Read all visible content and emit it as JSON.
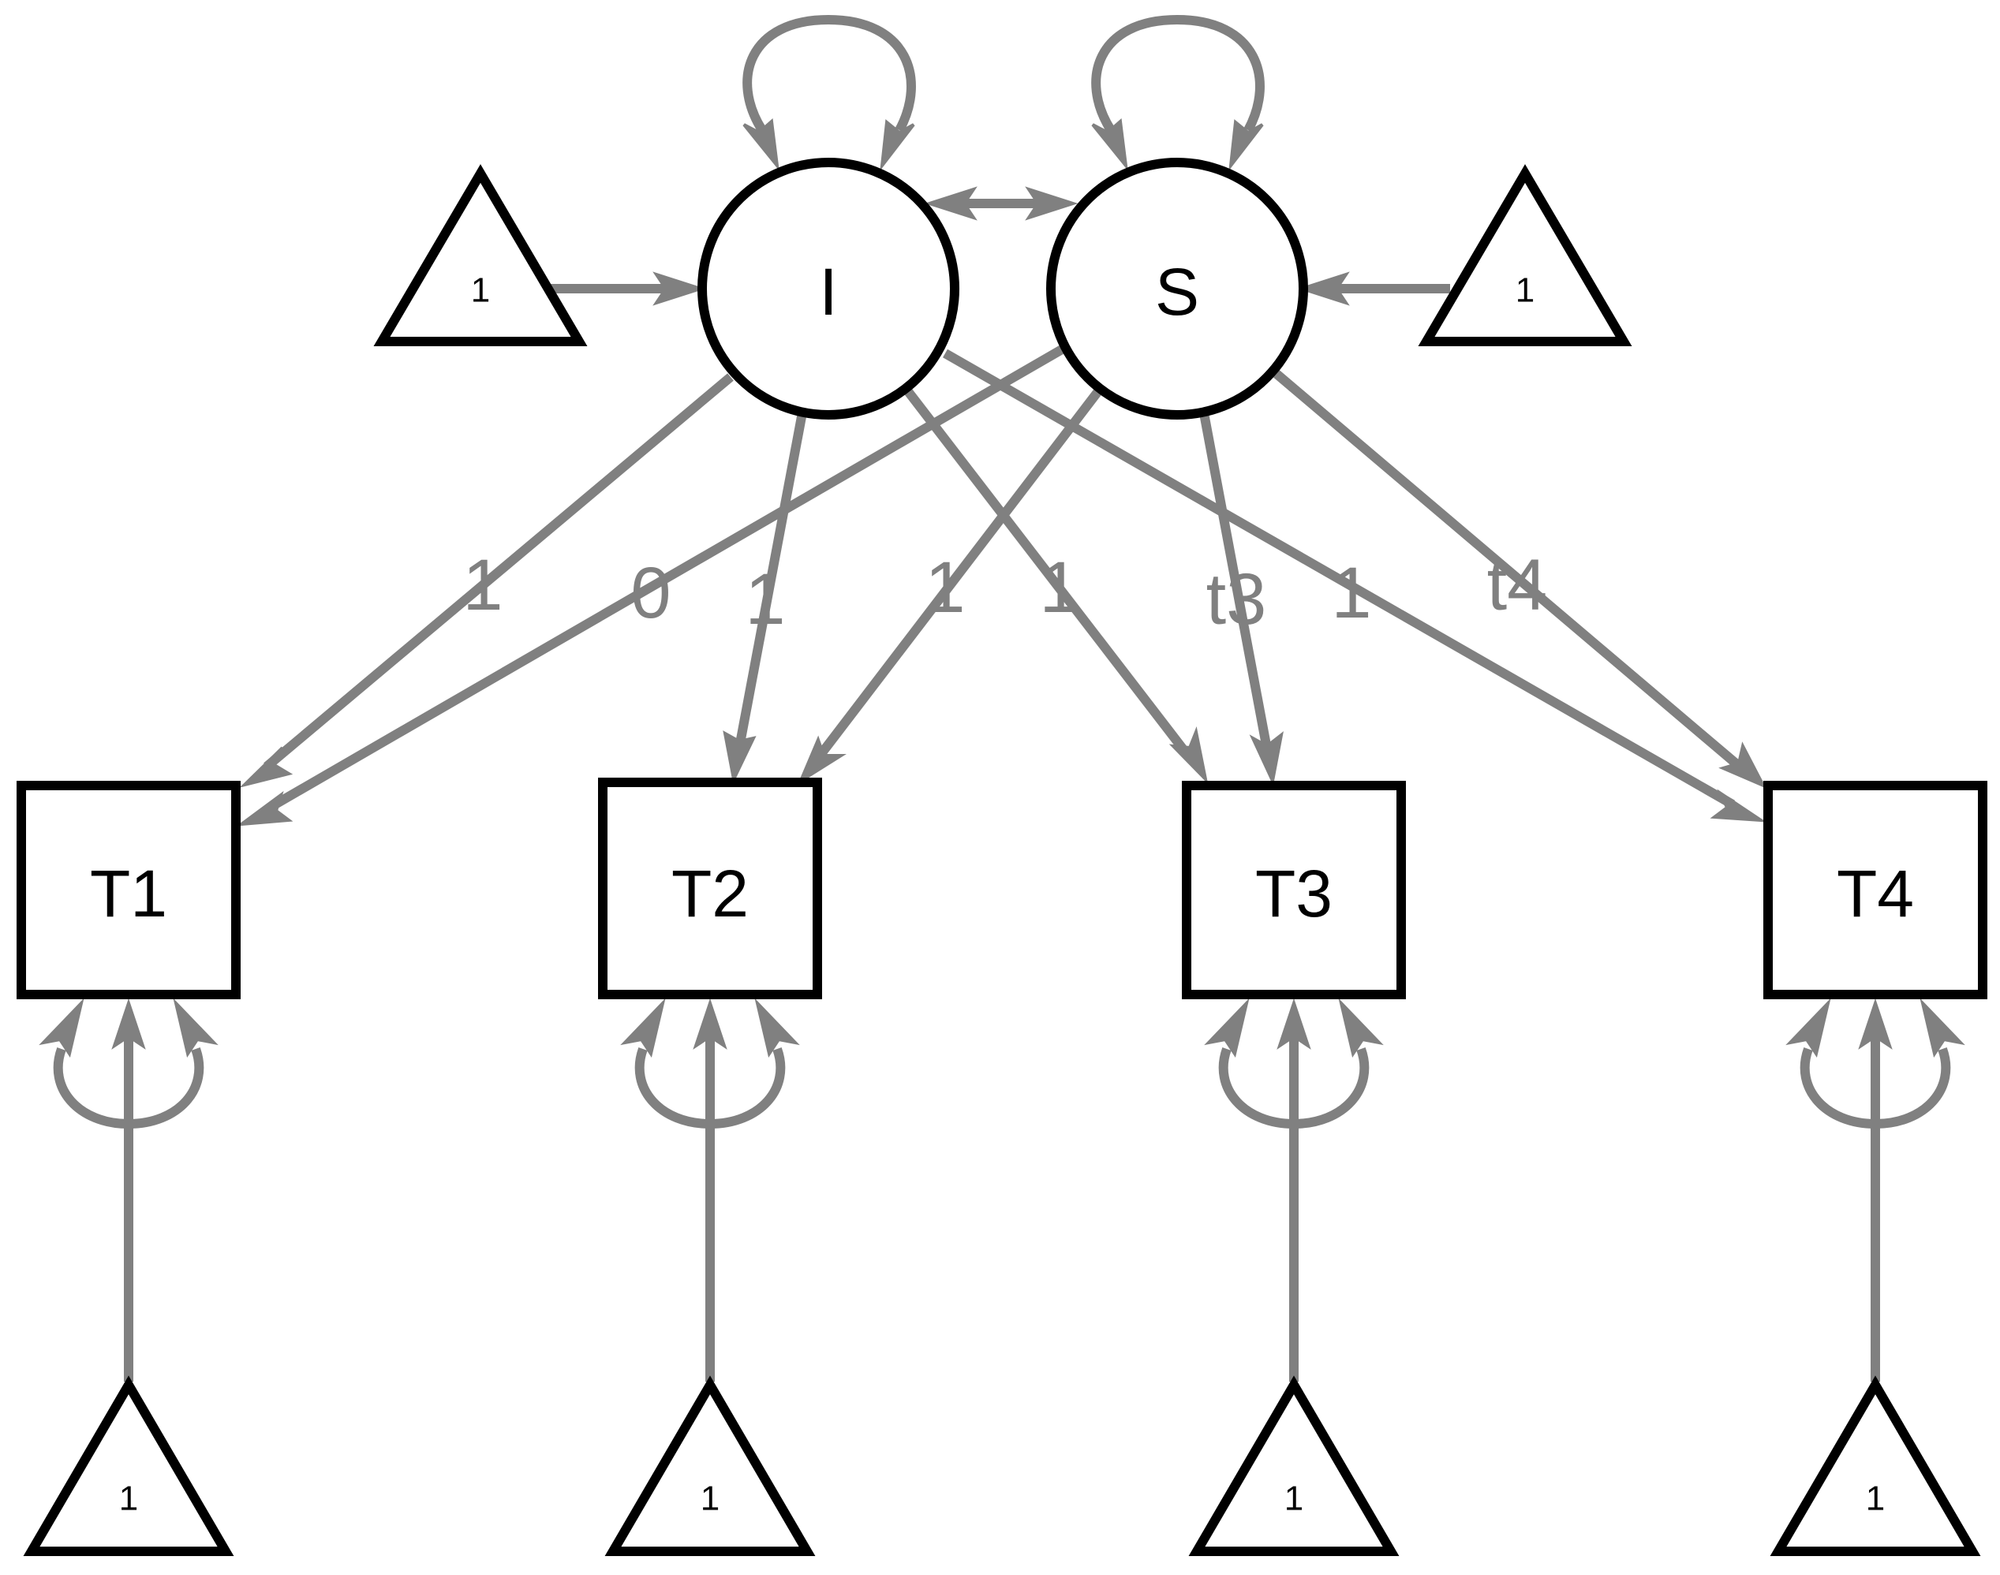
{
  "colors": {
    "node_stroke": "#000000",
    "edge": "#808080",
    "background": "#ffffff"
  },
  "latent": {
    "I": {
      "label": "I"
    },
    "S": {
      "label": "S"
    }
  },
  "observed": {
    "T1": {
      "label": "T1"
    },
    "T2": {
      "label": "T2"
    },
    "T3": {
      "label": "T3"
    },
    "T4": {
      "label": "T4"
    }
  },
  "constants": {
    "c_I": {
      "label": "1"
    },
    "c_S": {
      "label": "1"
    },
    "c_T1": {
      "label": "1"
    },
    "c_T2": {
      "label": "1"
    },
    "c_T3": {
      "label": "1"
    },
    "c_T4": {
      "label": "1"
    }
  },
  "loadings": [
    {
      "from": "I",
      "to": "T1",
      "label": "1"
    },
    {
      "from": "I",
      "to": "T2",
      "label": "1"
    },
    {
      "from": "I",
      "to": "T3",
      "label": "1"
    },
    {
      "from": "I",
      "to": "T4",
      "label": "1"
    },
    {
      "from": "S",
      "to": "T1",
      "label": "0"
    },
    {
      "from": "S",
      "to": "T2",
      "label": "1"
    },
    {
      "from": "S",
      "to": "T3",
      "label": "t3"
    },
    {
      "from": "S",
      "to": "T4",
      "label": "t4"
    }
  ]
}
